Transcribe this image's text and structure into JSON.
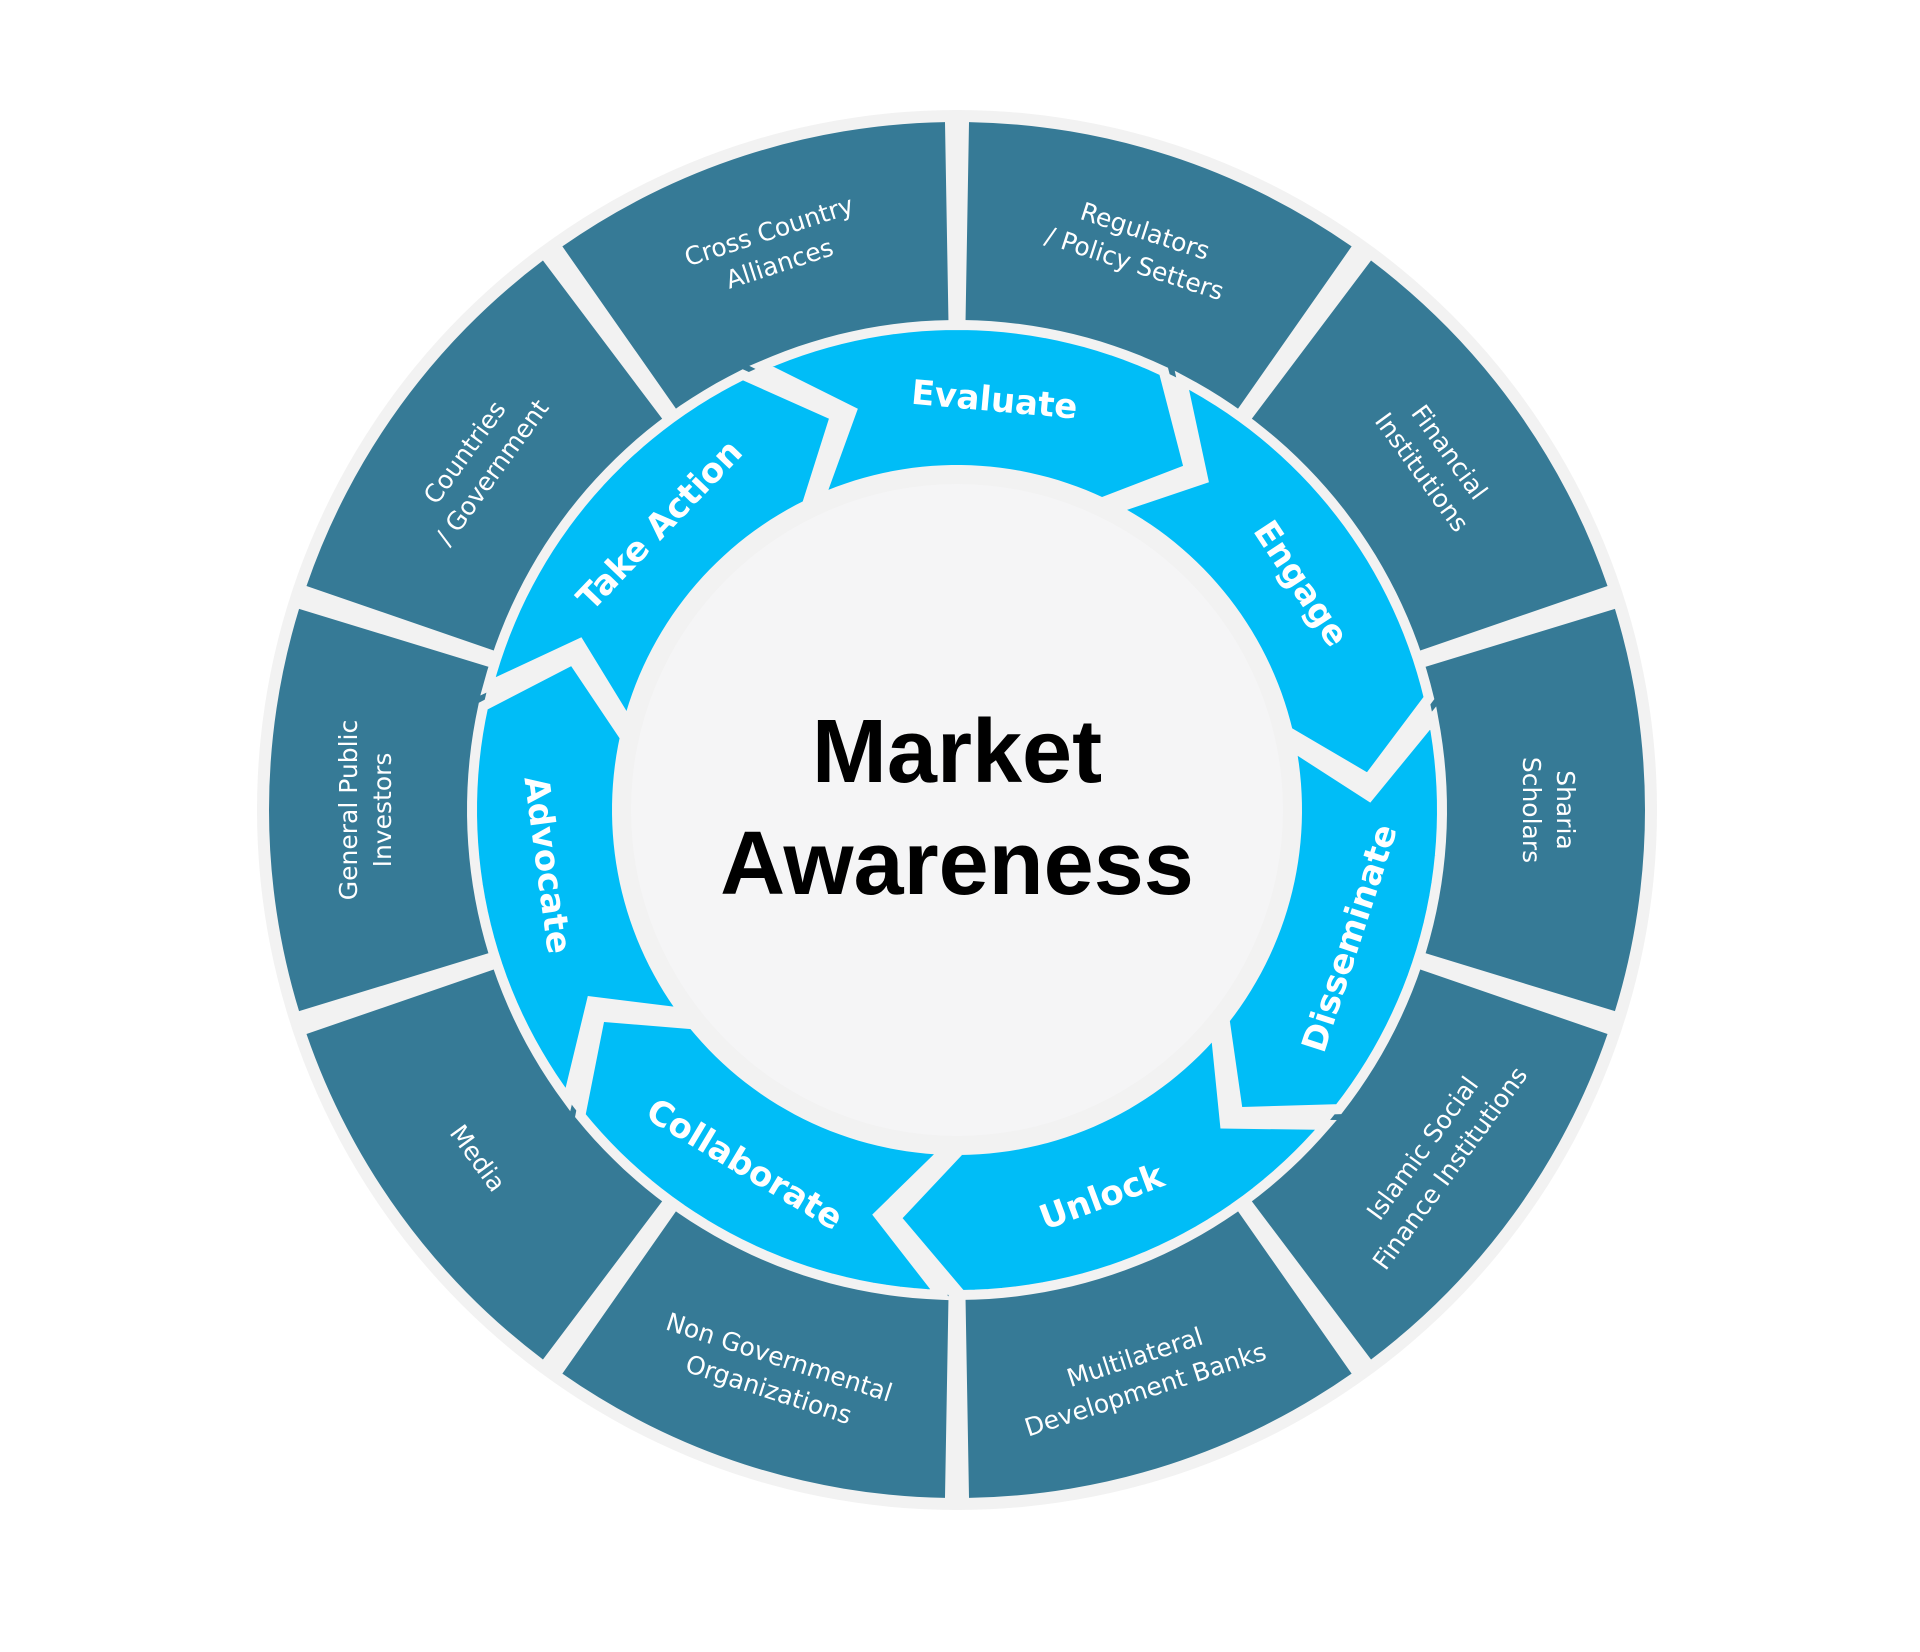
{
  "center": {
    "line1": "Market",
    "line2": "Awareness"
  },
  "stages": [
    {
      "label": "Evaluate"
    },
    {
      "label": "Engage"
    },
    {
      "label": "Disseminate"
    },
    {
      "label": "Unlock"
    },
    {
      "label": "Collaborate"
    },
    {
      "label": "Advocate"
    },
    {
      "label": "Take Action"
    }
  ],
  "stakeholders": [
    {
      "lines": [
        "Regulators",
        "/ Policy Setters"
      ]
    },
    {
      "lines": [
        "Financial",
        "Institutions"
      ]
    },
    {
      "lines": [
        "Sharia",
        "Scholars"
      ]
    },
    {
      "lines": [
        "Islamic Social",
        "Finance Institutions"
      ]
    },
    {
      "lines": [
        "Multilateral",
        "Development Banks"
      ]
    },
    {
      "lines": [
        "Non Governmental",
        "Organizations"
      ]
    },
    {
      "lines": [
        "Media"
      ]
    },
    {
      "lines": [
        "General Public",
        "Investors"
      ]
    },
    {
      "lines": [
        "Countries",
        "/ Government"
      ]
    },
    {
      "lines": [
        "Cross Country",
        "Alliances"
      ]
    }
  ],
  "colors": {
    "outer_ring": "#367a96",
    "inner_ring": "#00bdf7",
    "center_disc": "#f5f5f6",
    "separator": "#f2f2f2",
    "center_text": "#000000",
    "ring_text": "#ffffff"
  }
}
